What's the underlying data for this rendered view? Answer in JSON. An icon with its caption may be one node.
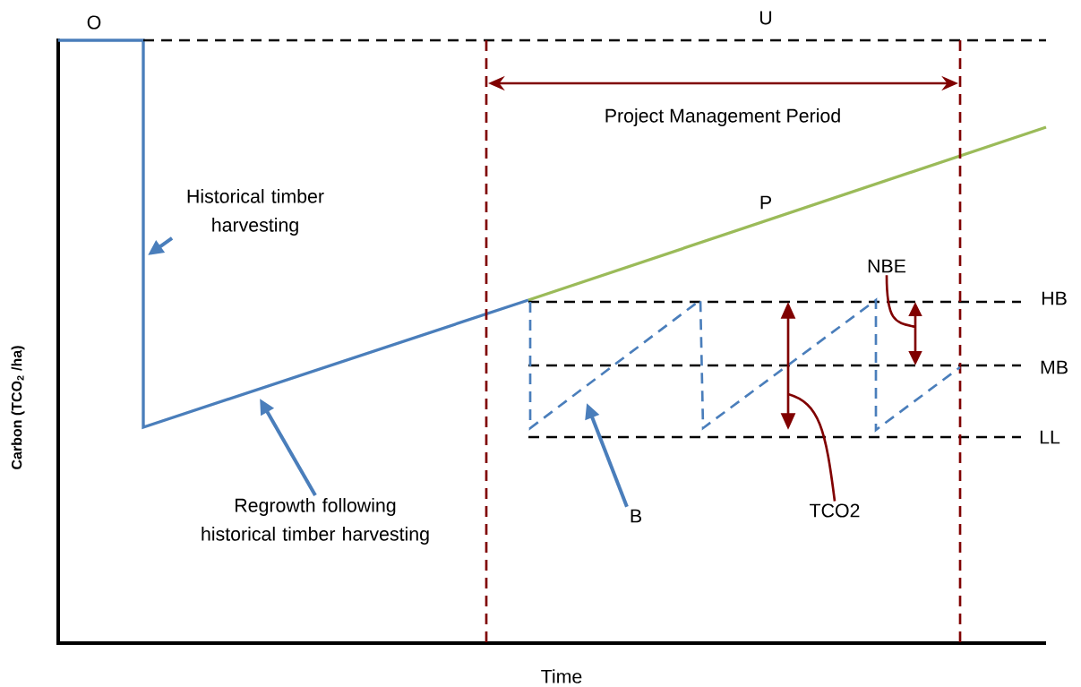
{
  "diagram": {
    "nodes": [
      {
        "text": [
          "Historical timber harvesting"
        ]
      },
      {
        "text": [
          "Regrowth following historical timber harvesting"
        ]
      },
      {
        "text": [
          "B"
        ]
      },
      {
        "text": [
          "TCO2"
        ]
      },
      {
        "text": [
          "NBE"
        ]
      }
    ],
    "edges": [
      {
        "from": 0,
        "to": null,
        "arrow": "to"
      },
      {
        "from": 1,
        "to": null,
        "arrow": "to"
      },
      {
        "from": 2,
        "to": null,
        "arrow": "to"
      },
      {
        "from": 3,
        "to": null,
        "arrow": "none",
        "color": "#800000"
      },
      {
        "from": 4,
        "to": null,
        "arrow": "none",
        "color": "#800000"
      }
    ],
    "labels": [
      "O",
      "U",
      "Project Management Period",
      "P",
      "HB",
      "MB",
      "LL",
      "Time",
      "Carbon (TCO$_{2}$ /ha)"
    ]
  }
}
